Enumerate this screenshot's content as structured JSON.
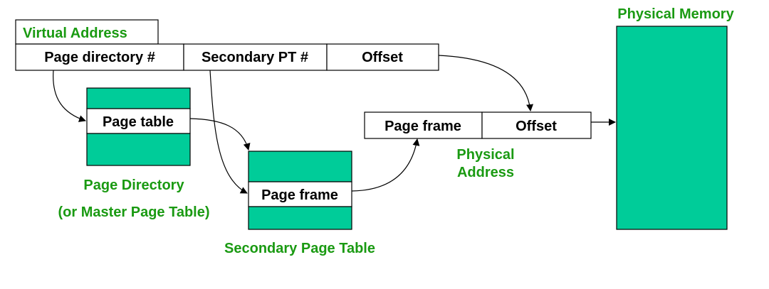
{
  "colors": {
    "label_green": "#1a9a12",
    "fill_green": "#00cc99",
    "stroke": "#000000",
    "box_white": "#ffffff"
  },
  "virtual_address": {
    "label": "Virtual Address",
    "fields": [
      "Page directory #",
      "Secondary PT #",
      "Offset"
    ]
  },
  "page_directory": {
    "entry": "Page table",
    "title": "Page Directory",
    "subtitle": "(or Master Page Table)"
  },
  "secondary_page_table": {
    "entry": "Page frame",
    "title": "Secondary Page Table"
  },
  "physical_address": {
    "fields": [
      "Page frame",
      "Offset"
    ],
    "label_line1": "Physical",
    "label_line2": "Address"
  },
  "physical_memory": {
    "title": "Physical Memory"
  }
}
